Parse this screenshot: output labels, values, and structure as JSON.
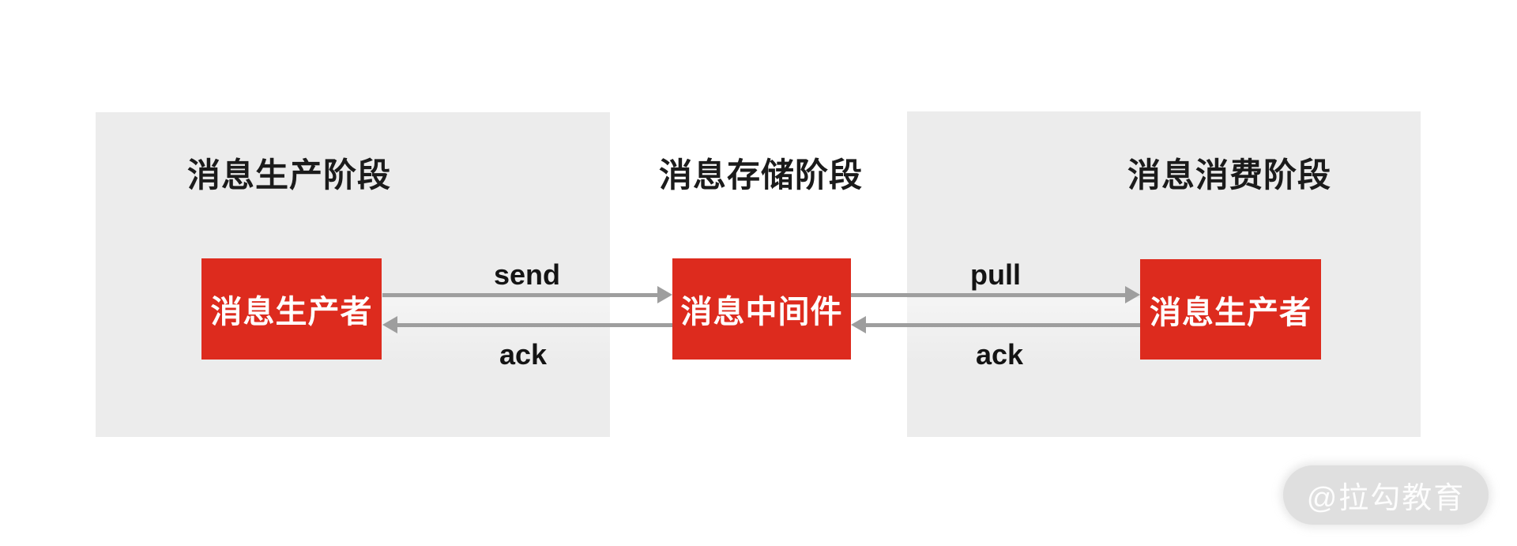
{
  "diagram": {
    "stages": [
      {
        "title": "消息生产阶段",
        "node": "消息生产者"
      },
      {
        "title": "消息存储阶段",
        "node": "消息中间件"
      },
      {
        "title": "消息消费阶段",
        "node": "消息生产者"
      }
    ],
    "arrows": [
      {
        "label": "send",
        "direction": "right",
        "from": "消息生产者",
        "to": "消息中间件"
      },
      {
        "label": "ack",
        "direction": "left",
        "from": "消息中间件",
        "to": "消息生产者"
      },
      {
        "label": "pull",
        "direction": "right",
        "from": "消息中间件",
        "to": "消息生产者"
      },
      {
        "label": "ack",
        "direction": "left",
        "from": "消息生产者",
        "to": "消息中间件"
      }
    ],
    "watermark": "@拉勾教育",
    "colors": {
      "node_red": "#dd2b1e",
      "panel_gray": "#ececec",
      "arrow_gray": "#9e9e9e",
      "title_text": "#1b1b1b",
      "node_text": "#ffffff",
      "watermark_bg": "#dfdfdf",
      "watermark_text": "#ffffff"
    }
  }
}
